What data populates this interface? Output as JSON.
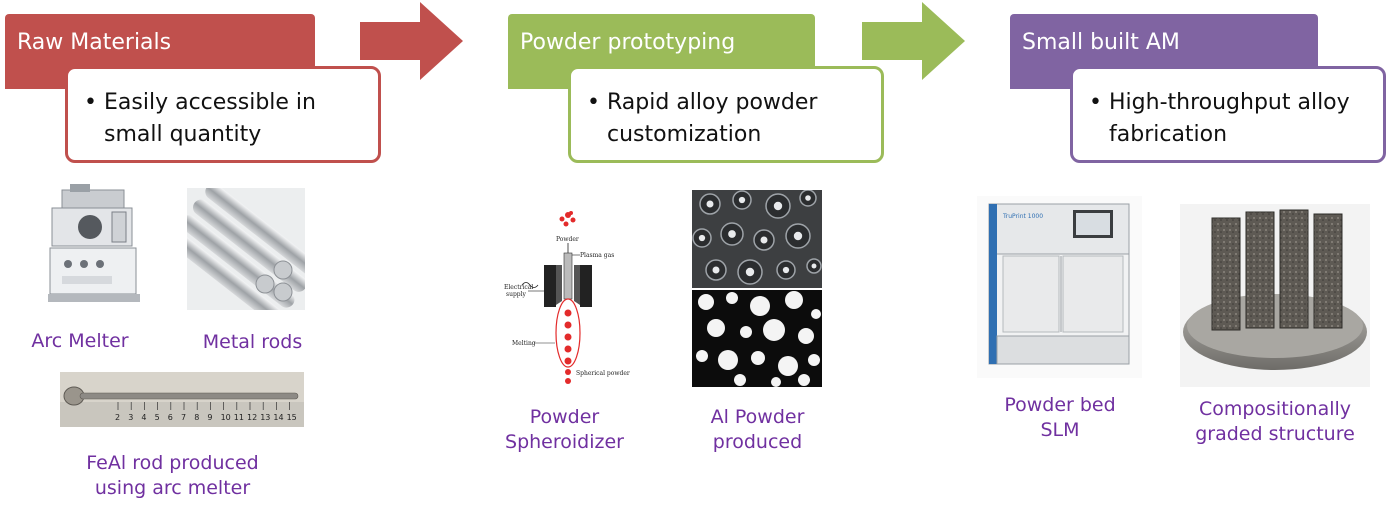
{
  "colors": {
    "red": "#c0504d",
    "green": "#9bbb59",
    "purple": "#8064a2",
    "caption": "#7030a0"
  },
  "stages": [
    {
      "title": "Raw Materials",
      "bullet": "Easily accessible in small quantity",
      "icon": "arrow-right-icon"
    },
    {
      "title": "Powder prototyping",
      "bullet": "Rapid alloy powder customization",
      "icon": "arrow-right-icon"
    },
    {
      "title": "Small built AM",
      "bullet": "High-throughput alloy fabrication"
    }
  ],
  "captions": {
    "arc_melter": "Arc Melter",
    "metal_rods": "Metal rods",
    "feal_rod_1": "FeAl rod produced",
    "feal_rod_2": "using arc melter",
    "spheroidizer_1": "Powder",
    "spheroidizer_2": "Spheroidizer",
    "al_powder_1": "Al Powder",
    "al_powder_2": "produced",
    "slm_1": "Powder bed",
    "slm_2": "SLM",
    "graded_1": "Compositionally",
    "graded_2": "graded structure"
  },
  "schematic_labels": {
    "powder": "Powder",
    "plasma_gas": "Plasma gas",
    "electrical_supply_1": "Electrical",
    "electrical_supply_2": "supply",
    "melting": "Melting",
    "spherical_powder": "Spherical powder"
  },
  "ruler_numbers": [
    "2",
    "3",
    "4",
    "5",
    "6",
    "7",
    "8",
    "9",
    "10",
    "11",
    "12",
    "13",
    "14",
    "15"
  ],
  "machine_brand": "TruPrint 1000"
}
